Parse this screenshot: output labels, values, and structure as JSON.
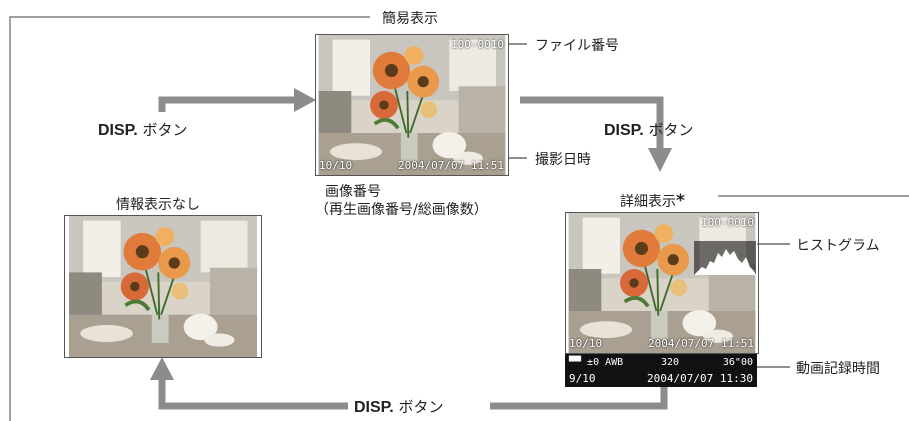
{
  "labels": {
    "simple_display": "簡易表示",
    "file_number": "ファイル番号",
    "shooting_datetime": "撮影日時",
    "image_number": "画像番号",
    "image_number_detail": "（再生画像番号/総画像数）",
    "no_info_display": "情報表示なし",
    "detail_display": "詳細表示",
    "detail_asterisk": "*",
    "histogram": "ヒストグラム",
    "movie_rec_time": "動画記録時間"
  },
  "disp_button": {
    "prefix": "DISP.",
    "suffix": "ボタン"
  },
  "center_photo": {
    "file_no": "100-0010",
    "count": "10/10",
    "datetime": "2004/07/07 11:51"
  },
  "detail_photo": {
    "file_no": "100-0010",
    "count": "10/10",
    "datetime": "2004/07/07 11:51"
  },
  "movie_bar": {
    "icons": "▀▀ ±0 AWB",
    "size": "320",
    "rec_time": "36\"00",
    "count": "9/10",
    "datetime": "2004/07/07 11:30"
  },
  "colors": {
    "arrow": "#8c8c8c",
    "line": "#666666",
    "osd": "#ffffff"
  }
}
